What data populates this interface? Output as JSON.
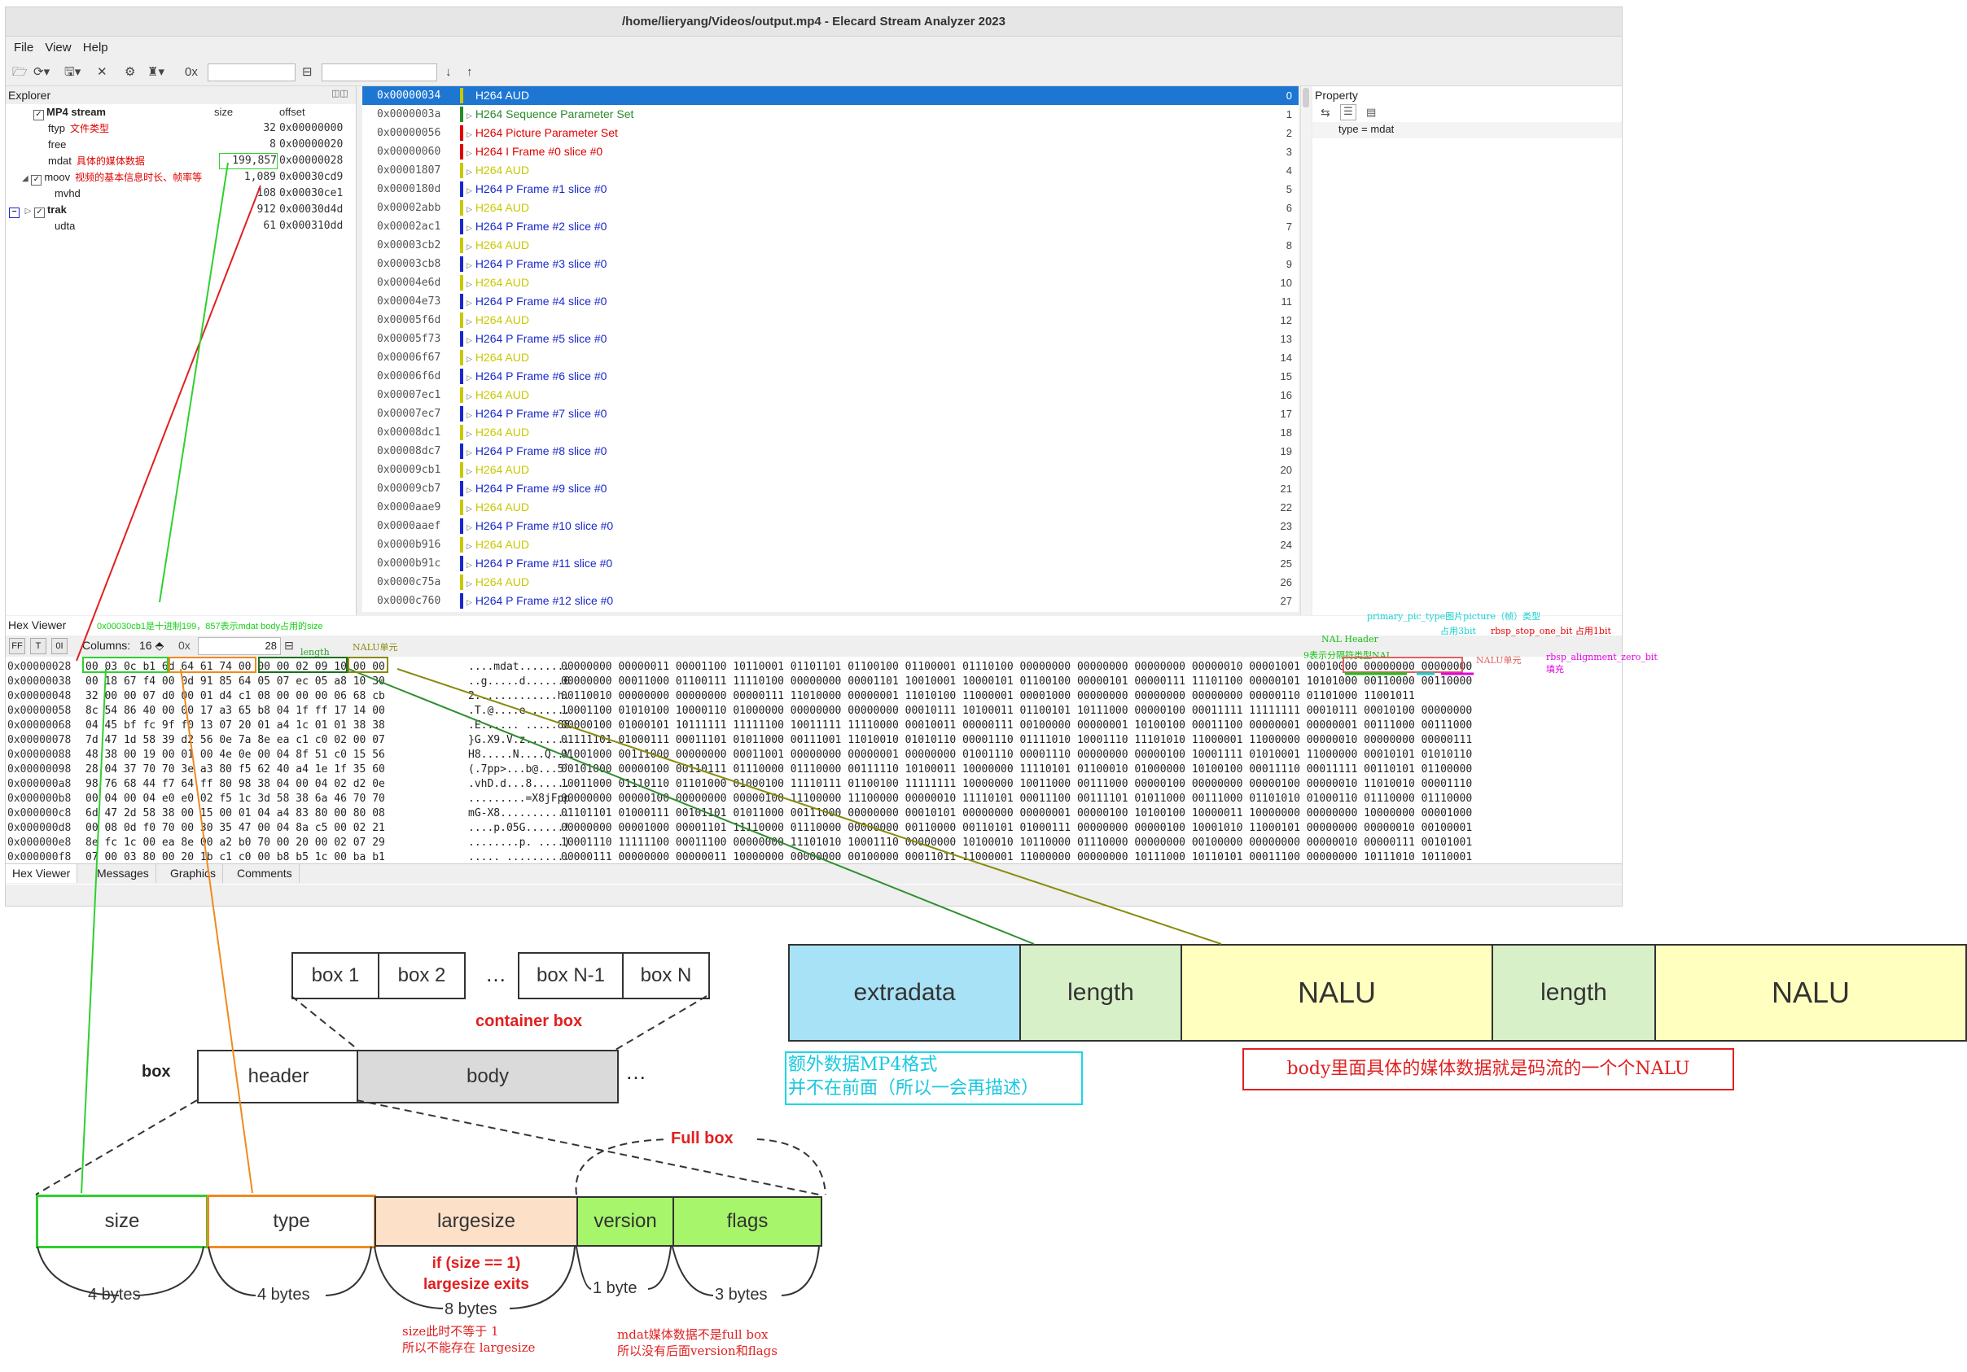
{
  "window": {
    "title": "/home/lieryang/Videos/output.mp4 - Elecard Stream Analyzer 2023",
    "menu": [
      "File",
      "View",
      "Help"
    ],
    "toolbar_hex_label": "0x"
  },
  "explorer": {
    "title": "Explorer",
    "col_size": "size",
    "col_offset": "offset",
    "rows": [
      {
        "name": "MP4 stream",
        "note": "",
        "size": "",
        "offset": ""
      },
      {
        "name": "ftyp",
        "note": "文件类型",
        "size": "32",
        "offset": "0x00000000"
      },
      {
        "name": "free",
        "note": "",
        "size": "8",
        "offset": "0x00000020"
      },
      {
        "name": "mdat",
        "note": "具体的媒体数据",
        "size": "199,857",
        "offset": "0x00000028"
      },
      {
        "name": "moov",
        "note": "视频的基本信息时长、帧率等",
        "size": "1,089",
        "offset": "0x00030cd9"
      },
      {
        "name": "mvhd",
        "note": "",
        "size": "108",
        "offset": "0x00030ce1"
      },
      {
        "name": "trak",
        "note": "",
        "size": "912",
        "offset": "0x00030d4d"
      },
      {
        "name": "udta",
        "note": "",
        "size": "61",
        "offset": "0x000310dd"
      }
    ]
  },
  "stream": {
    "rows": [
      {
        "off": "0x00000034",
        "label": "H264 AUD",
        "idx": "0"
      },
      {
        "off": "0x0000003a",
        "label": "H264 Sequence Parameter Set",
        "idx": "1"
      },
      {
        "off": "0x00000056",
        "label": "H264 Picture Parameter Set",
        "idx": "2"
      },
      {
        "off": "0x00000060",
        "label": "H264 I Frame #0 slice #0",
        "idx": "3"
      },
      {
        "off": "0x00001807",
        "label": "H264 AUD",
        "idx": "4"
      },
      {
        "off": "0x0000180d",
        "label": "H264 P Frame #1 slice #0",
        "idx": "5"
      },
      {
        "off": "0x00002abb",
        "label": "H264 AUD",
        "idx": "6"
      },
      {
        "off": "0x00002ac1",
        "label": "H264 P Frame #2 slice #0",
        "idx": "7"
      },
      {
        "off": "0x00003cb2",
        "label": "H264 AUD",
        "idx": "8"
      },
      {
        "off": "0x00003cb8",
        "label": "H264 P Frame #3 slice #0",
        "idx": "9"
      },
      {
        "off": "0x00004e6d",
        "label": "H264 AUD",
        "idx": "10"
      },
      {
        "off": "0x00004e73",
        "label": "H264 P Frame #4 slice #0",
        "idx": "11"
      },
      {
        "off": "0x00005f6d",
        "label": "H264 AUD",
        "idx": "12"
      },
      {
        "off": "0x00005f73",
        "label": "H264 P Frame #5 slice #0",
        "idx": "13"
      },
      {
        "off": "0x00006f67",
        "label": "H264 AUD",
        "idx": "14"
      },
      {
        "off": "0x00006f6d",
        "label": "H264 P Frame #6 slice #0",
        "idx": "15"
      },
      {
        "off": "0x00007ec1",
        "label": "H264 AUD",
        "idx": "16"
      },
      {
        "off": "0x00007ec7",
        "label": "H264 P Frame #7 slice #0",
        "idx": "17"
      },
      {
        "off": "0x00008dc1",
        "label": "H264 AUD",
        "idx": "18"
      },
      {
        "off": "0x00008dc7",
        "label": "H264 P Frame #8 slice #0",
        "idx": "19"
      },
      {
        "off": "0x00009cb1",
        "label": "H264 AUD",
        "idx": "20"
      },
      {
        "off": "0x00009cb7",
        "label": "H264 P Frame #9 slice #0",
        "idx": "21"
      },
      {
        "off": "0x0000aae9",
        "label": "H264 AUD",
        "idx": "22"
      },
      {
        "off": "0x0000aaef",
        "label": "H264 P Frame #10 slice #0",
        "idx": "23"
      },
      {
        "off": "0x0000b916",
        "label": "H264 AUD",
        "idx": "24"
      },
      {
        "off": "0x0000b91c",
        "label": "H264 P Frame #11 slice #0",
        "idx": "25"
      },
      {
        "off": "0x0000c75a",
        "label": "H264 AUD",
        "idx": "26"
      },
      {
        "off": "0x0000c760",
        "label": "H264 P Frame #12 slice #0",
        "idx": "27"
      }
    ],
    "colors": {
      "aud": "#c8c800",
      "sps": "#2a8a2a",
      "pps": "#e00000",
      "iframe": "#e00000",
      "pframe": "#1a28c8"
    }
  },
  "property": {
    "title": "Property",
    "value": "type = mdat"
  },
  "hex": {
    "title": "Hex Viewer",
    "annotation": "0x00030cb1是十进制199，857表示mdat body占用的size",
    "columns_label": "Columns:",
    "columns_value": "16",
    "hex_prefix": "0x",
    "offset_value": "28",
    "ctrl_buttons": [
      "FF",
      "T",
      "0I"
    ],
    "label_length": "length",
    "label_nalu_unit": "NALU单元",
    "lines": [
      {
        "addr": "0x00000028",
        "hex": "00 03 0c b1 6d 64 61 74 00 00 00 02 09 10 00 00",
        "ascii": "....mdat........",
        "bits": "00000000 00000011 00001100 10110001 01101101 01100100 01100001 01110100 00000000 00000000 00000000 00000010 00001001 00010000 00000000 00000000"
      },
      {
        "addr": "0x00000038",
        "hex": "00 18 67 f4 00 0d 91 85 64 05 07 ec 05 a8 10 30",
        "ascii": "..g.....d......0",
        "bits": "00000000 00011000 01100111 11110100 00000000 00001101 10010001 10000101 01100100 00000101 00000111 11101100 00000101 10101000 00110000 00110000"
      },
      {
        "addr": "0x00000048",
        "hex": "32 00 00 07 d0 00 01 d4 c1 08 00 00 00 06 68 cb",
        "ascii": "2.............h.",
        "bits": "00110010 00000000 00000000 00000111 11010000 00000001 11010100 11000001 00001000 00000000 00000000 00000000 00000110 01101000 11001011"
      },
      {
        "addr": "0x00000058",
        "hex": "8c 54 86 40 00 00 17 a3 65 b8 04 1f ff 17 14 00",
        "ascii": ".T.@....e.......",
        "bits": "10001100 01010100 10000110 01000000 00000000 00000000 00010111 10100011 01100101 10111000 00000100 00011111 11111111 00010111 00010100 00000000"
      },
      {
        "addr": "0x00000068",
        "hex": "04 45 bf fc 9f f0 13 07 20 01 a4 1c 01 01 38 38",
        "ascii": ".E...... .....88",
        "bits": "00000100 01000101 10111111 11111100 10011111 11110000 00010011 00000111 00100000 00000001 10100100 00011100 00000001 00000001 00111000 00111000"
      },
      {
        "addr": "0x00000078",
        "hex": "7d 47 1d 58 39 d2 56 0e 7a 8e ea c1 c0 02 00 07",
        "ascii": "}G.X9.V.z.......",
        "bits": "01111101 01000111 00011101 01011000 00111001 11010010 01010110 00001110 01111010 10001110 11101010 11000001 11000000 00000010 00000000 00000111"
      },
      {
        "addr": "0x00000088",
        "hex": "48 38 00 19 00 01 00 4e 0e 00 04 8f 51 c0 15 56",
        "ascii": "H8.....N....Q..V",
        "bits": "01001000 00111000 00000000 00011001 00000000 00000001 00000000 01001110 00001110 00000000 00000100 10001111 01010001 11000000 00010101 01010110"
      },
      {
        "addr": "0x00000098",
        "hex": "28 04 37 70 70 3e a3 80 f5 62 40 a4 1e 1f 35 60",
        "ascii": "(.7pp>...b@...5`",
        "bits": "00101000 00000100 00110111 01110000 01110000 00111110 10100011 10000000 11110101 01100010 01000000 10100100 00011110 00011111 00110101 01100000"
      },
      {
        "addr": "0x000000a8",
        "hex": "98 76 68 44 f7 64 ff 80 98 38 04 00 04 02 d2 0e",
        "ascii": ".vhD.d...8......",
        "bits": "10011000 01110110 01101000 01000100 11110111 01100100 11111111 10000000 10011000 00111000 00000100 00000000 00000100 00000010 11010010 00001110"
      },
      {
        "addr": "0x000000b8",
        "hex": "00 04 00 04 e0 e0 02 f5 1c 3d 58 38 6a 46 70 70",
        "ascii": ".........=X8jFpp",
        "bits": "00000000 00000100 00000000 00000100 11100000 11100000 00000010 11110101 00011100 00111101 01011000 00111000 01101010 01000110 01110000 01110000"
      },
      {
        "addr": "0x000000c8",
        "hex": "6d 47 2d 58 38 00 15 00 01 04 a4 83 80 00 80 08",
        "ascii": "mG-X8...........",
        "bits": "01101101 01000111 00101101 01011000 00111000 00000000 00010101 00000000 00000001 00000100 10100100 10000011 10000000 00000000 10000000 00001000"
      },
      {
        "addr": "0x000000d8",
        "hex": "00 08 0d f0 70 00 30 35 47 00 04 8a c5 00 02 21",
        "ascii": "....p.05G......!",
        "bits": "00000000 00001000 00001101 11110000 01110000 00000000 00110000 00110101 01000111 00000000 00000100 10001010 11000101 00000000 00000010 00100001"
      },
      {
        "addr": "0x000000e8",
        "hex": "8e fc 1c 00 ea 8e 00 a2 b0 70 00 20 00 02 07 29",
        "ascii": "........p. ....)",
        "bits": "10001110 11111100 00011100 00000000 11101010 10001110 00000000 10100010 10110000 01110000 00000000 00100000 00000000 00000010 00000111 00101001"
      },
      {
        "addr": "0x000000f8",
        "hex": "07 00 03 80 00 20 1b c1 c0 00 b8 b5 1c 00 ba b1",
        "ascii": "..... ..........",
        "bits": "00000111 00000000 00000011 10000000 00000000 00100000 00011011 11000001 11000000 00000000 10111000 10110101 00011100 00000000 10111010 10110001"
      }
    ],
    "bit_notes": {
      "nal_header": "NAL Header",
      "nal_type": "9表示分隔符类型NAL",
      "primary_pic": "primary_pic_type图片picture（帧）类型",
      "bits3": "占用3bit",
      "stop_bit": "rbsp_stop_one_bit 占用1bit",
      "nalu_unit": "NALU单元",
      "align": "rbsp_alignment_zero_bit填充"
    }
  },
  "tabs": [
    "Hex Viewer",
    "Messages",
    "Graphics",
    "Comments"
  ],
  "box_diagram": {
    "boxes": [
      "box 1",
      "box 2",
      "…",
      "box N-1",
      "box N"
    ],
    "container_label": "container box",
    "box_label": "box",
    "header": "header",
    "body": "body",
    "ellipsis": "…",
    "fields": [
      "size",
      "type",
      "largesize",
      "version",
      "flags"
    ],
    "full_box": "Full box",
    "bytes": [
      "4 bytes",
      "4 bytes",
      "8 bytes",
      "1 byte",
      "3 bytes"
    ],
    "largesize_note": "if (size == 1)\nlargesize exits",
    "note_size": "size此时不等于 1\n所以不能存在 largesize",
    "note_mdat": "mdat媒体数据不是full box\n所以没有后面version和flags",
    "colors": {
      "size_border": "#2fd02f",
      "type_border": "#f08a1e",
      "largesize": "#fde0c8",
      "version": "#a6f56a",
      "flags": "#a6f56a"
    }
  },
  "nalu_diagram": {
    "cells": [
      "extradata",
      "length",
      "NALU",
      "length",
      "NALU"
    ],
    "colors": [
      "#a8e2f6",
      "#d8f0c8",
      "#ffffc0",
      "#d8f0c8",
      "#ffffc0"
    ],
    "note_cyan": "额外数据MP4格式\n并不在前面（所以一会再描述）",
    "note_red": "body里面具体的媒体数据就是码流的一个个NALU"
  }
}
